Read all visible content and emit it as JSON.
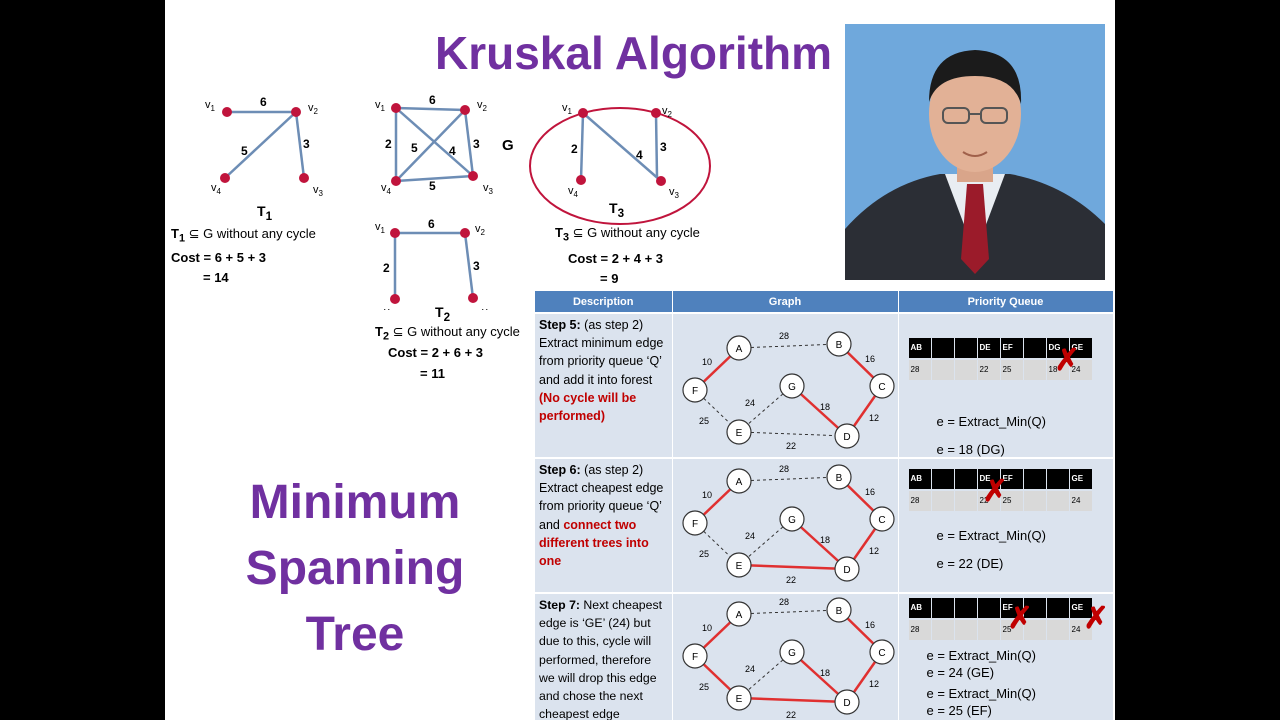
{
  "title": "Kruskal Algorithm",
  "side_title": [
    "Minimum",
    "Spanning",
    "Tree"
  ],
  "trees": {
    "t1": {
      "name": "T",
      "sub": "1",
      "caption": "⊆ G without any cycle",
      "cost_line": "Cost = 6 + 5 + 3",
      "cost_total": "= 14",
      "edge_weights": [
        "6",
        "5",
        "3"
      ]
    },
    "g": {
      "name": "G",
      "edge_weights": [
        "6",
        "2",
        "5",
        "4",
        "3",
        "5"
      ]
    },
    "t2": {
      "name": "T",
      "sub": "2",
      "caption": "⊆ G without any cycle",
      "cost_line": "Cost = 2 + 6 + 3",
      "cost_total": "= 11",
      "edge_weights": [
        "6",
        "2",
        "3"
      ]
    },
    "t3": {
      "name": "T",
      "sub": "3",
      "caption": "⊆ G without any cycle",
      "cost_line": "Cost = 2 + 4 + 3",
      "cost_total": "= 9",
      "edge_weights": [
        "2",
        "4",
        "3"
      ]
    }
  },
  "table": {
    "headers": [
      "Description",
      "Graph",
      "Priority Queue"
    ],
    "steps": [
      {
        "label": "Step 5:",
        "text": "(as step 2) Extract minimum edge from priority queue ‘Q’ and add it into forest",
        "highlight": "(No cycle will be performed)",
        "queue_headers": [
          "AB",
          "",
          "",
          "DE",
          "EF",
          "",
          "DG",
          "GE"
        ],
        "queue_values": [
          "28",
          "",
          "",
          "22",
          "25",
          "",
          "18",
          "24"
        ],
        "ops": [
          "e = Extract_Min(Q)",
          "e = 18 (DG)"
        ]
      },
      {
        "label": "Step 6:",
        "text": "(as step 2) Extract cheapest edge from priority queue ‘Q’ and",
        "highlight": "connect two different trees into one",
        "queue_headers": [
          "AB",
          "",
          "",
          "DE",
          "EF",
          "",
          "",
          "GE"
        ],
        "queue_values": [
          "28",
          "",
          "",
          "22",
          "25",
          "",
          "",
          "24"
        ],
        "ops": [
          "e = Extract_Min(Q)",
          "e = 22 (DE)"
        ]
      },
      {
        "label": "Step 7:",
        "text": "Next cheapest edge is ‘GE’ (24) but due to this, cycle will performed, therefore we will drop this edge and chose the next cheapest edge",
        "highlight": "",
        "queue_headers": [
          "AB",
          "",
          "",
          "",
          "EF",
          "",
          "",
          "GE"
        ],
        "queue_values": [
          "28",
          "",
          "",
          "",
          "25",
          "",
          "",
          "24"
        ],
        "ops": [
          "e = Extract_Min(Q)",
          "e = 24 (GE)",
          "e = Extract_Min(Q)",
          "e = 25 (EF)"
        ]
      }
    ]
  },
  "graph_weights": {
    "AB": "28",
    "BC": "16",
    "CD": "12",
    "GD": "18",
    "ED": "22",
    "GE": "24",
    "FE": "25",
    "AF": "10"
  },
  "colors": {
    "title": "#7030a0",
    "header": "#4f81bd",
    "cell": "#dbe3ee",
    "highlight": "#c00000"
  }
}
